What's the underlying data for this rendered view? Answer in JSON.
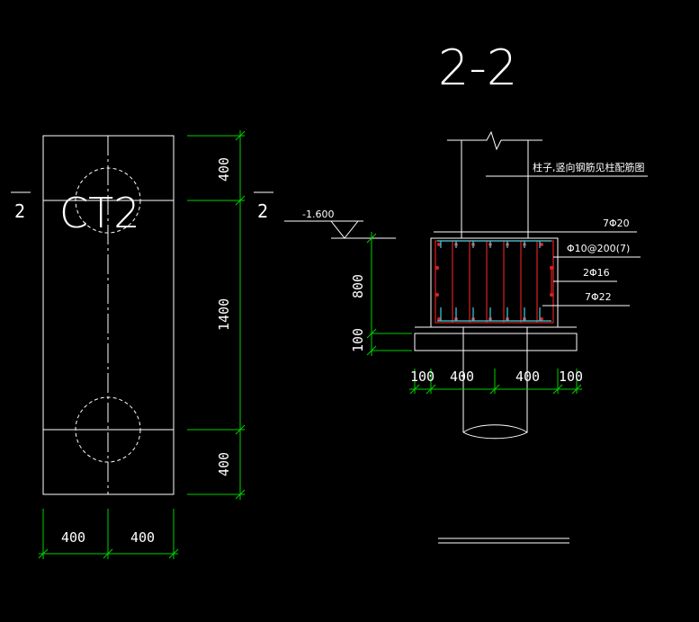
{
  "section_title": "2-2",
  "cap_mark": "CT2",
  "section_mark_left": "2",
  "section_mark_right": "2",
  "plan_dims": {
    "top": "400",
    "middle": "1400",
    "bottom": "400",
    "left_width": "400",
    "right_width": "400"
  },
  "elevation": {
    "level": "-1.600",
    "depth": "800",
    "cushion": "100"
  },
  "section_dims": {
    "left_edge": "100",
    "left": "400",
    "right": "400",
    "right_edge": "100"
  },
  "rebar_notes": {
    "column_note": "柱子,竖向钢筋见柱配筋图",
    "top_bars": "7Φ20",
    "stirrups": "Φ10@200(7)",
    "side_bars": "2Φ16",
    "bottom_bars": "7Φ22"
  },
  "colors": {
    "background": "#000000",
    "lines": "#ffffff",
    "dimensions": "#00d000",
    "rebar": "#e02020",
    "top_rebar": "#3ad0e0"
  }
}
